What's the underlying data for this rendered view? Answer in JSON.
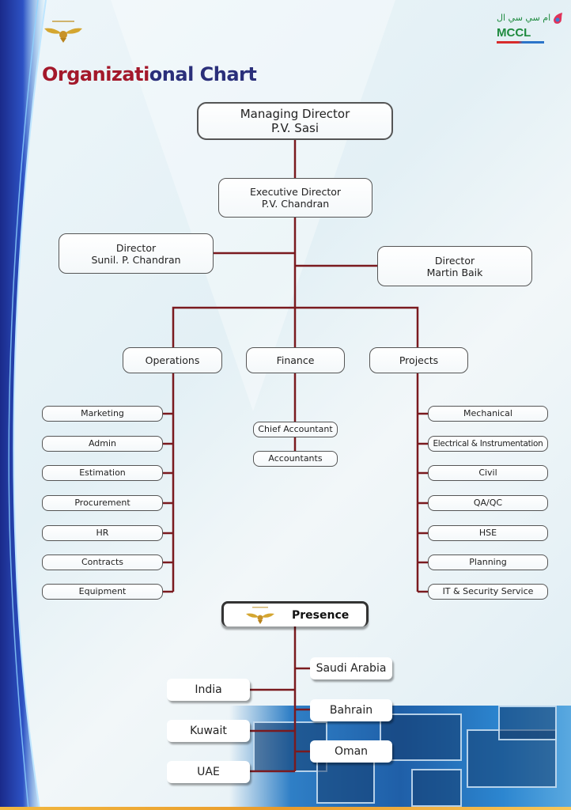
{
  "page": {
    "title_part1": "Organizati",
    "title_part2": "onal Chart",
    "brand_left_logo": "eagle-emblem",
    "brand_right_logo": {
      "arabic_text": "ام سي سي ال",
      "name": "MCCL"
    }
  },
  "colors": {
    "connector": "#7a1a1f",
    "title_red": "#a3182a",
    "title_navy": "#2a2f7a",
    "brand_green": "#1e8a3e"
  },
  "leadership": {
    "managing_director": {
      "role": "Managing Director",
      "name": "P.V. Sasi"
    },
    "executive_director": {
      "role": "Executive Director",
      "name": "P.V. Chandran"
    },
    "director_left": {
      "role": "Director",
      "name": "Sunil. P. Chandran"
    },
    "director_right": {
      "role": "Director",
      "name": "Martin Baik"
    }
  },
  "departments": [
    {
      "name": "Operations",
      "units": [
        "Marketing",
        "Admin",
        "Estimation",
        "Procurement",
        "HR",
        "Contracts",
        "Equipment"
      ]
    },
    {
      "name": "Finance",
      "units": [
        "Chief Accountant",
        "Accountants"
      ]
    },
    {
      "name": "Projects",
      "units": [
        "Mechanical",
        "Electrical & Instrumentation",
        "Civil",
        "QA/QC",
        "HSE",
        "Planning",
        "IT & Security Service"
      ]
    }
  ],
  "presence": {
    "label": "Presence",
    "countries_right": [
      "Saudi Arabia",
      "Bahrain",
      "Oman"
    ],
    "countries_left": [
      "India",
      "Kuwait",
      "UAE"
    ]
  }
}
